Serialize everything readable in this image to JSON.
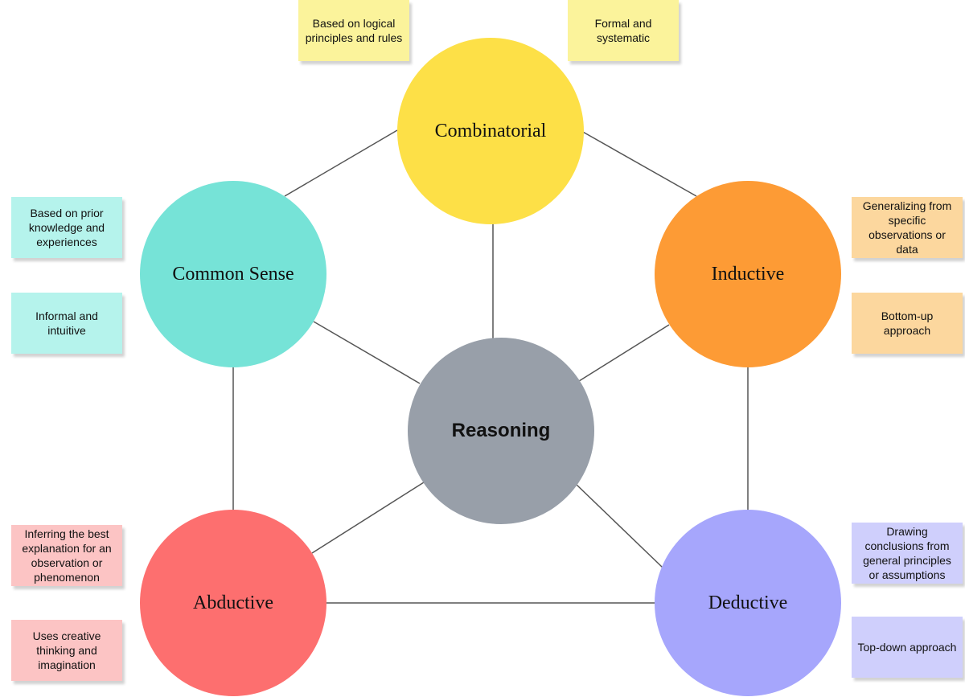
{
  "diagram": {
    "center": {
      "label": "Reasoning",
      "color": "#989fa9"
    },
    "nodes": [
      {
        "id": "combinatorial",
        "label": "Combinatorial",
        "color": "#fde047",
        "note_color": "#fbf39b",
        "notes": [
          "Based on logical principles and rules",
          "Formal and systematic"
        ]
      },
      {
        "id": "inductive",
        "label": "Inductive",
        "color": "#fd9b35",
        "note_color": "#fcd79e",
        "notes": [
          "Generalizing from specific observations or data",
          "Bottom-up approach"
        ]
      },
      {
        "id": "deductive",
        "label": "Deductive",
        "color": "#a6a6fc",
        "note_color": "#cfcffc",
        "notes": [
          "Drawing conclusions from general principles or assumptions",
          "Top-down approach"
        ]
      },
      {
        "id": "abductive",
        "label": "Abductive",
        "color": "#fd6f6f",
        "note_color": "#fcc4c4",
        "notes": [
          "Inferring the best explanation for an observation or phenomenon",
          "Uses creative thinking and imagination"
        ]
      },
      {
        "id": "common-sense",
        "label": "Common Sense",
        "color": "#76e3d7",
        "note_color": "#b5f3ec",
        "notes": [
          "Based on prior knowledge and experiences",
          "Informal and intuitive"
        ]
      }
    ],
    "line_color": "#555555"
  }
}
